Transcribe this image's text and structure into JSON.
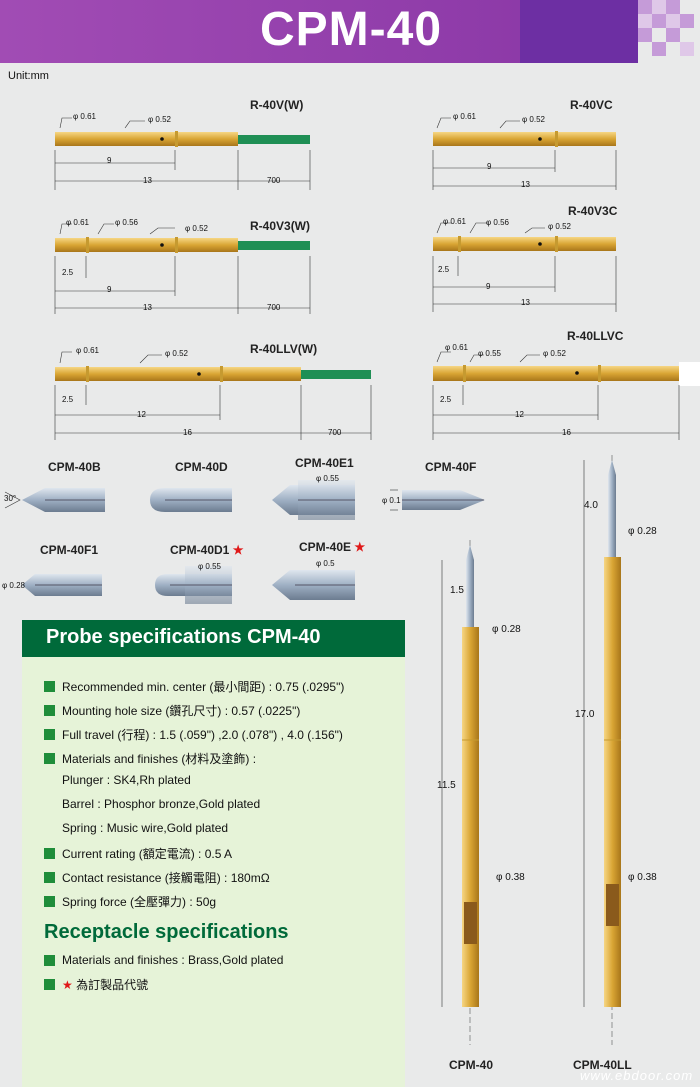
{
  "header": {
    "title": "CPM-40",
    "unit": "Unit:mm"
  },
  "probes": {
    "r40vw": {
      "label": "R-40V(W)",
      "d1": "φ 0.61",
      "d2": "φ 0.52",
      "len_a": "9",
      "len_b": "13",
      "len_c": "700"
    },
    "r40vc": {
      "label": "R-40VC",
      "d1": "φ 0.61",
      "d2": "φ 0.52",
      "len_a": "9",
      "len_b": "13"
    },
    "r40v3w": {
      "label": "R-40V3(W)",
      "d1": "φ 0.61",
      "d2": "φ 0.56",
      "d3": "φ 0.52",
      "len_s": "2.5",
      "len_a": "9",
      "len_b": "13",
      "len_c": "700"
    },
    "r40v3c": {
      "label": "R-40V3C",
      "d1": "φ 0.61",
      "d2": "φ 0.56",
      "d3": "φ 0.52",
      "len_s": "2.5",
      "len_a": "9",
      "len_b": "13"
    },
    "r40llvw": {
      "label": "R-40LLV(W)",
      "d1": "φ 0.61",
      "d2": "φ 0.52",
      "len_s": "2.5",
      "len_a": "12",
      "len_b": "16",
      "len_c": "700"
    },
    "r40llvc": {
      "label": "R-40LLVC",
      "d1": "φ 0.61",
      "d2": "φ 0.55",
      "d3": "φ 0.52",
      "len_s": "2.5",
      "len_a": "12",
      "len_b": "16"
    }
  },
  "tips": {
    "b": {
      "label": "CPM-40B",
      "note": "30°"
    },
    "d": {
      "label": "CPM-40D"
    },
    "e1": {
      "label": "CPM-40E1",
      "note": "φ 0.55"
    },
    "f": {
      "label": "CPM-40F",
      "note": "φ 0.1"
    },
    "f1": {
      "label": "CPM-40F1",
      "note": "φ 0.28"
    },
    "d1": {
      "label": "CPM-40D1",
      "note": "φ 0.55"
    },
    "e": {
      "label": "CPM-40E",
      "note": "φ 0.5"
    }
  },
  "vertical": {
    "cpm40": {
      "label": "CPM-40",
      "top_len": "1.5",
      "tip_d": "φ 0.28",
      "body_len": "11.5",
      "body_d": "φ 0.38"
    },
    "cpm40ll": {
      "label": "CPM-40LL",
      "top_len": "4.0",
      "tip_d": "φ 0.28",
      "body_len": "17.0",
      "body_d": "φ 0.38"
    }
  },
  "star_glyph": "★",
  "specs": {
    "title": "Probe specifications CPM-40",
    "items": [
      "Recommended min. center (最小間距) : 0.75 (.0295\")",
      "Mounting hole size (鑽孔尺寸) : 0.57 (.0225\")",
      "Full travel (行程) : 1.5 (.059\") ,2.0 (.078\") , 4.0 (.156\")",
      "Materials and finishes (材料及塗飾) :"
    ],
    "sub": [
      "Plunger : SK4,Rh plated",
      "Barrel : Phosphor bronze,Gold plated",
      "Spring : Music wire,Gold plated"
    ],
    "items2": [
      "Current rating (額定電流) : 0.5 A",
      "Contact resistance (接觸電阻) : 180mΩ",
      "Spring force (全壓彈力) : 50g"
    ]
  },
  "receptacle": {
    "title": "Receptacle specifications",
    "items": [
      "Materials and finishes : Brass,Gold plated",
      "為訂製品代號"
    ]
  },
  "watermark": "www.ebdoor.com",
  "colors": {
    "banner_left": "#9b3fb0",
    "banner_right": "#6a2fa0",
    "spec_green": "#006a3a",
    "panel": "#e6f3d8",
    "gold": "#d9a93a",
    "wire": "#1f8f55"
  }
}
